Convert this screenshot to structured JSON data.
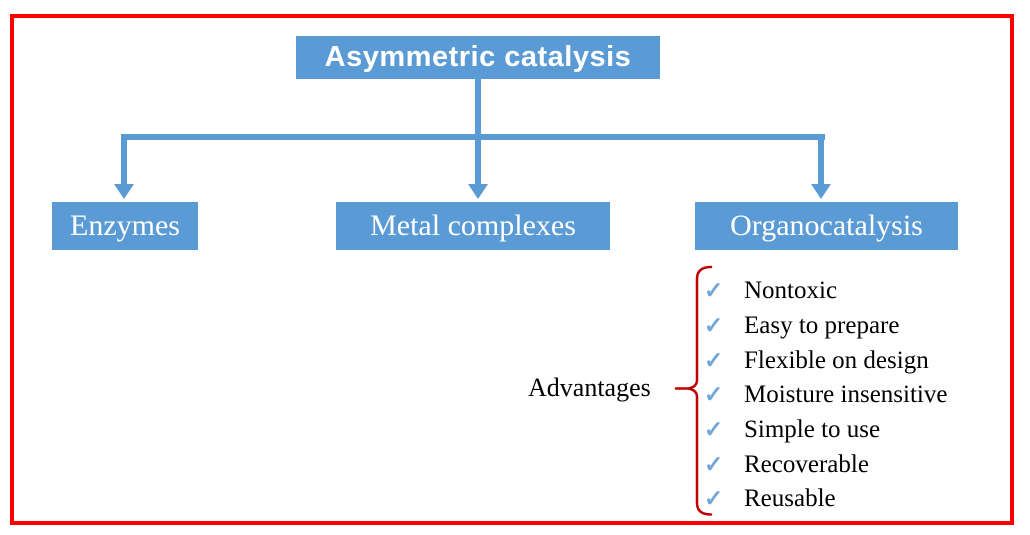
{
  "root": {
    "label": "Asymmetric catalysis"
  },
  "branches": [
    {
      "label": "Enzymes"
    },
    {
      "label": "Metal complexes"
    },
    {
      "label": "Organocatalysis"
    }
  ],
  "advantages": {
    "label": "Advantages",
    "check_icon": "✓",
    "items": [
      "Nontoxic",
      "Easy to prepare",
      "Flexible on design",
      "Moisture insensitive",
      "Simple to use",
      "Recoverable",
      "Reusable"
    ]
  },
  "colors": {
    "box_blue": "#5b9bd5",
    "arrow_blue": "#5b9bd5",
    "check_blue": "#72a7da",
    "frame_red": "#fe0000",
    "brace_red": "#c00000",
    "box_text": "#ffffff",
    "body_text": "#000000",
    "background": "#ffffff"
  }
}
